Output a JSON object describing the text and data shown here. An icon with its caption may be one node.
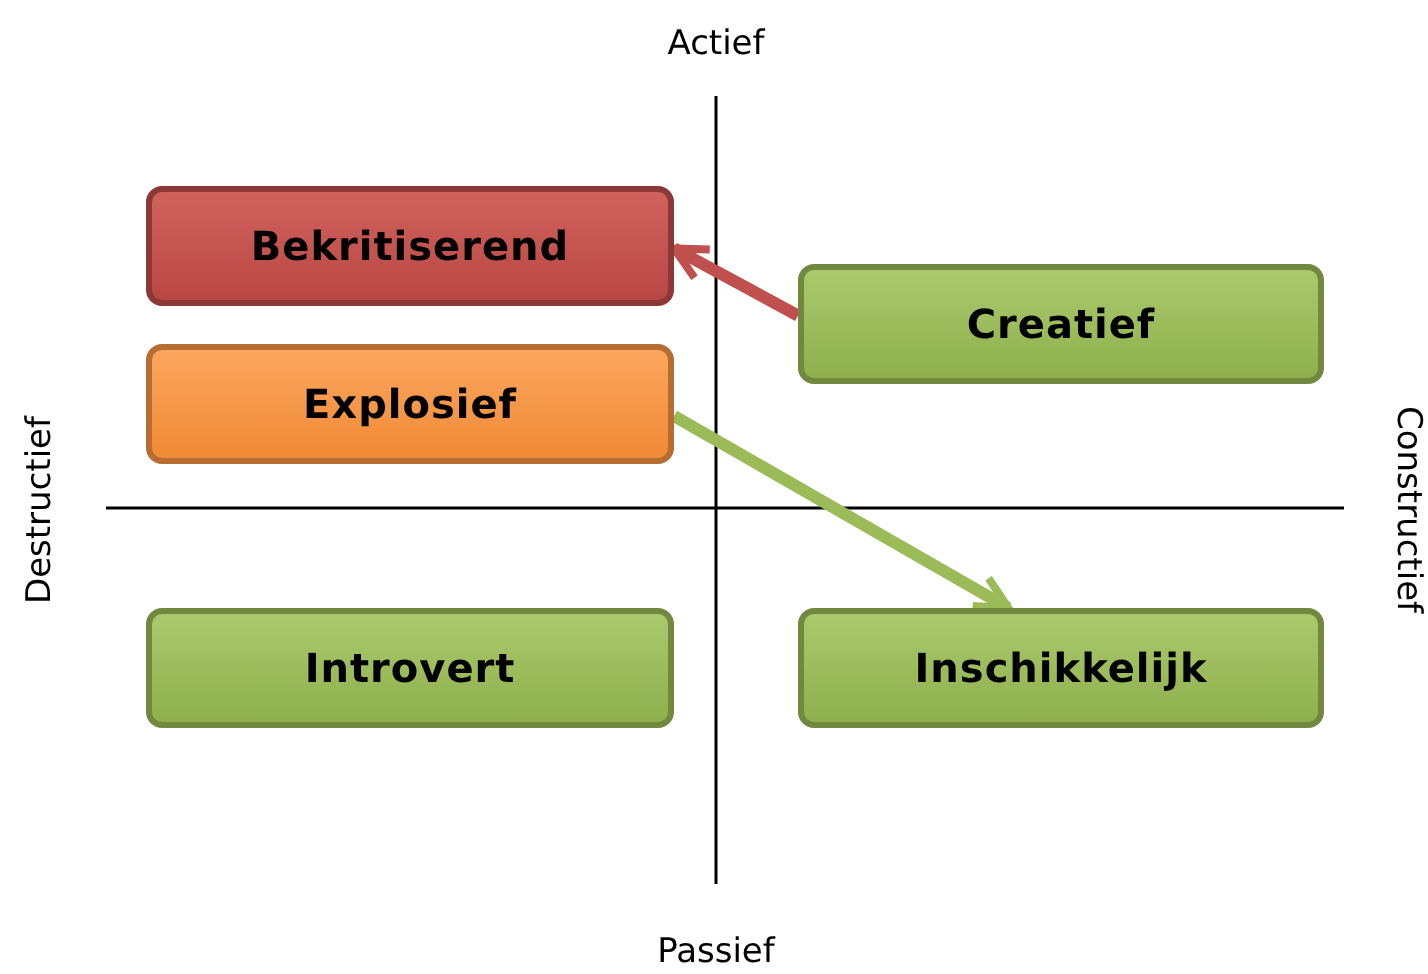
{
  "diagram": {
    "nodes": [
      {
        "text": [
          "Bekritiserend"
        ]
      },
      {
        "text": [
          "Creatief"
        ]
      },
      {
        "text": [
          "Explosief"
        ]
      },
      {
        "text": [
          "Introvert"
        ]
      },
      {
        "text": [
          "Inschikkelijk"
        ]
      }
    ],
    "edges": [
      {
        "from": 1,
        "to": 0,
        "arrow": "to",
        "color": "#c0504d"
      },
      {
        "from": 2,
        "to": 4,
        "arrow": "to",
        "color": "#9bbb59"
      }
    ],
    "labels": [
      "Actief",
      "Destructief",
      "Constructief",
      "Passief"
    ]
  }
}
